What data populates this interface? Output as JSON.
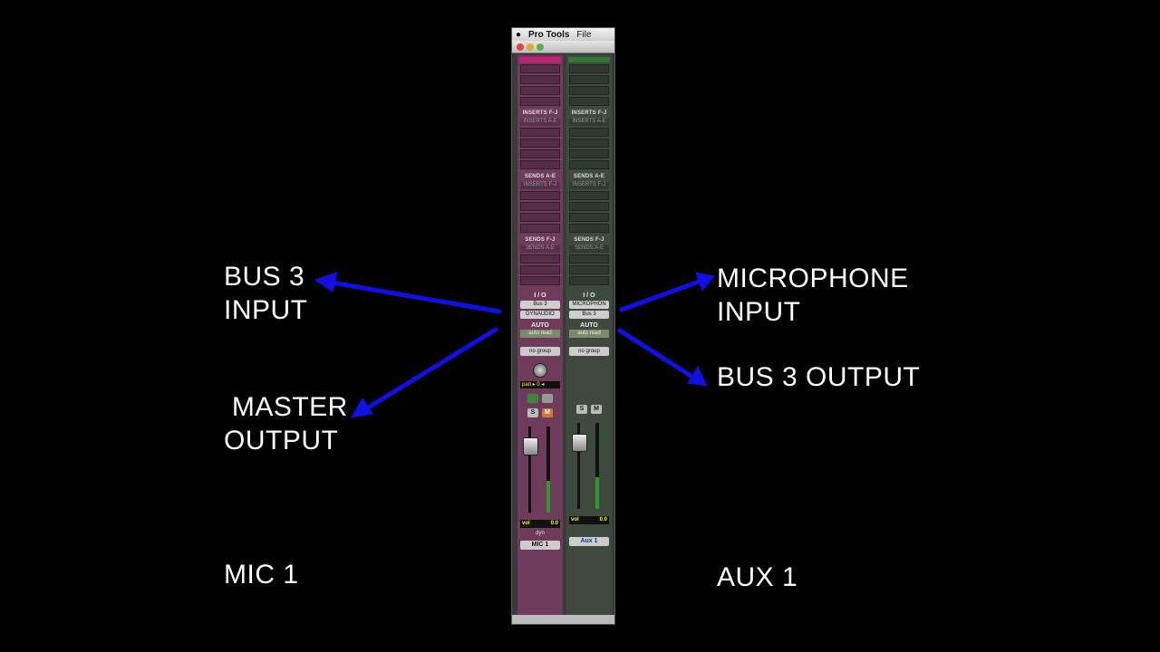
{
  "annotations": {
    "bus3_input": [
      "BUS 3",
      "INPUT"
    ],
    "master_output": [
      " MASTER",
      "OUTPUT"
    ],
    "mic1": "MIC 1",
    "microphone_input": [
      "MICROPHONE",
      "INPUT"
    ],
    "bus3_output": "BUS 3 OUTPUT",
    "aux1": "AUX 1",
    "arrow_color": "#1010e6"
  },
  "window": {
    "menu_app": "Pro Tools",
    "menu_file": "File"
  },
  "strips": [
    {
      "color": "#c81e78",
      "inserts_fj": "INSERTS F-J",
      "inserts_ae": "INSERTS A-E",
      "sends_ae": "SENDS A-E",
      "sends_ae_sub": "INSERTS F-J",
      "sends_fj": "SENDS F-J",
      "sends_fj_sub": "SENDS A-E",
      "io": "I / O",
      "input": "Bus 3",
      "output": "DYNAUDIO",
      "auto": "AUTO",
      "auto_mode": "auto read",
      "group": "no group",
      "pan": "pan  ▸ 0 ◂",
      "solo": "S",
      "mute": "M",
      "vol_label": "vol",
      "vol": "0.0",
      "dyn": "dyn",
      "name": "MIC 1"
    },
    {
      "color": "#2f7a2f",
      "inserts_fj": "INSERTS F-J",
      "inserts_ae": "INSERTS A-E",
      "sends_ae": "SENDS A-E",
      "sends_ae_sub": "INSERTS F-J",
      "sends_fj": "SENDS F-J",
      "sends_fj_sub": "SENDS A-E",
      "io": "I / O",
      "input": "MICROPHON",
      "output": "Bus 3",
      "auto": "AUTO",
      "auto_mode": "auto read",
      "group": "no group",
      "solo": "S",
      "mute": "M",
      "vol_label": "vol",
      "vol": "0.0",
      "name": "Aux 1"
    }
  ]
}
